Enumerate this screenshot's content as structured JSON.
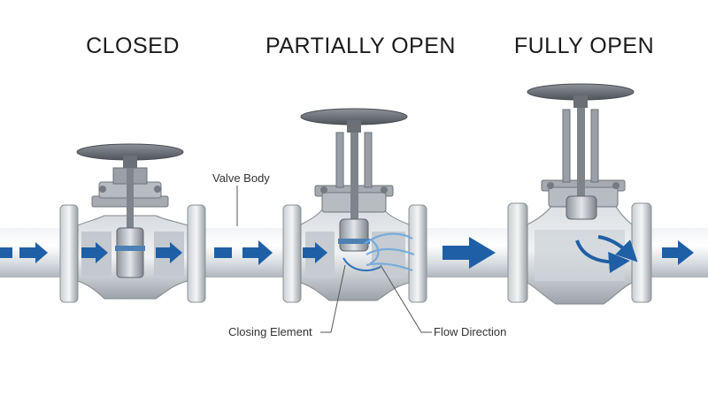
{
  "titles": {
    "closed": "CLOSED",
    "partially_open": "PARTIALLY OPEN",
    "fully_open": "FULLY OPEN"
  },
  "callouts": {
    "valve_body": "Valve Body",
    "closing_element": "Closing Element",
    "flow_direction": "Flow Direction"
  },
  "valves": [
    {
      "state": "closed",
      "opening": 0.0
    },
    {
      "state": "partially-open",
      "opening": 0.5
    },
    {
      "state": "fully-open",
      "opening": 1.0
    }
  ],
  "colors": {
    "background": "#ffffff",
    "flow_arrow": "#1f5fa6",
    "pipe": "#d5dbe0",
    "metal_dark": "#5b6066",
    "metal_light": "#b9bec3",
    "text": "#1b1b1b"
  }
}
